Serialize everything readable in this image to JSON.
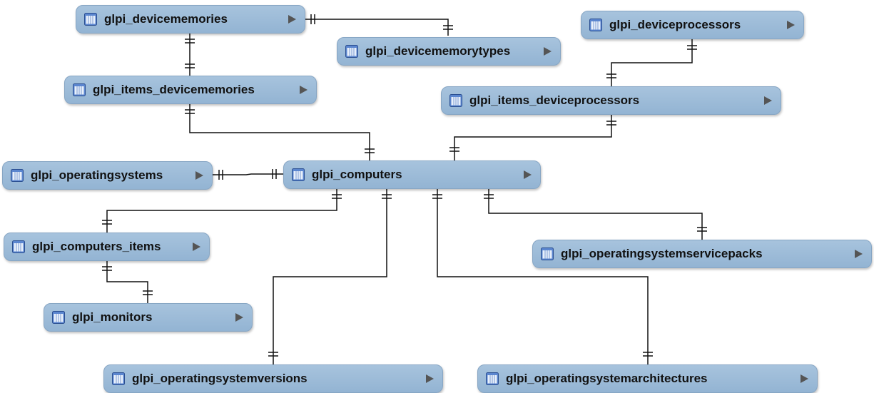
{
  "tables": {
    "devicememories": "glpi_devicememories",
    "devicememorytypes": "glpi_devicememorytypes",
    "deviceprocessors": "glpi_deviceprocessors",
    "items_devicememories": "glpi_items_devicememories",
    "items_deviceprocessors": "glpi_items_deviceprocessors",
    "operatingsystems": "glpi_operatingsystems",
    "computers": "glpi_computers",
    "computers_items": "glpi_computers_items",
    "operatingsystemservicepacks": "glpi_operatingsystemservicepacks",
    "monitors": "glpi_monitors",
    "operatingsystemversions": "glpi_operatingsystemversions",
    "operatingsystemarchitectures": "glpi_operatingsystemarchitectures"
  },
  "icons": {
    "table": "table-icon",
    "expand": "expand-arrow-icon"
  },
  "colors": {
    "node_fill": "#9ebcd8",
    "node_border": "#87a6c4",
    "connector": "#111111",
    "arrow": "#555555"
  }
}
